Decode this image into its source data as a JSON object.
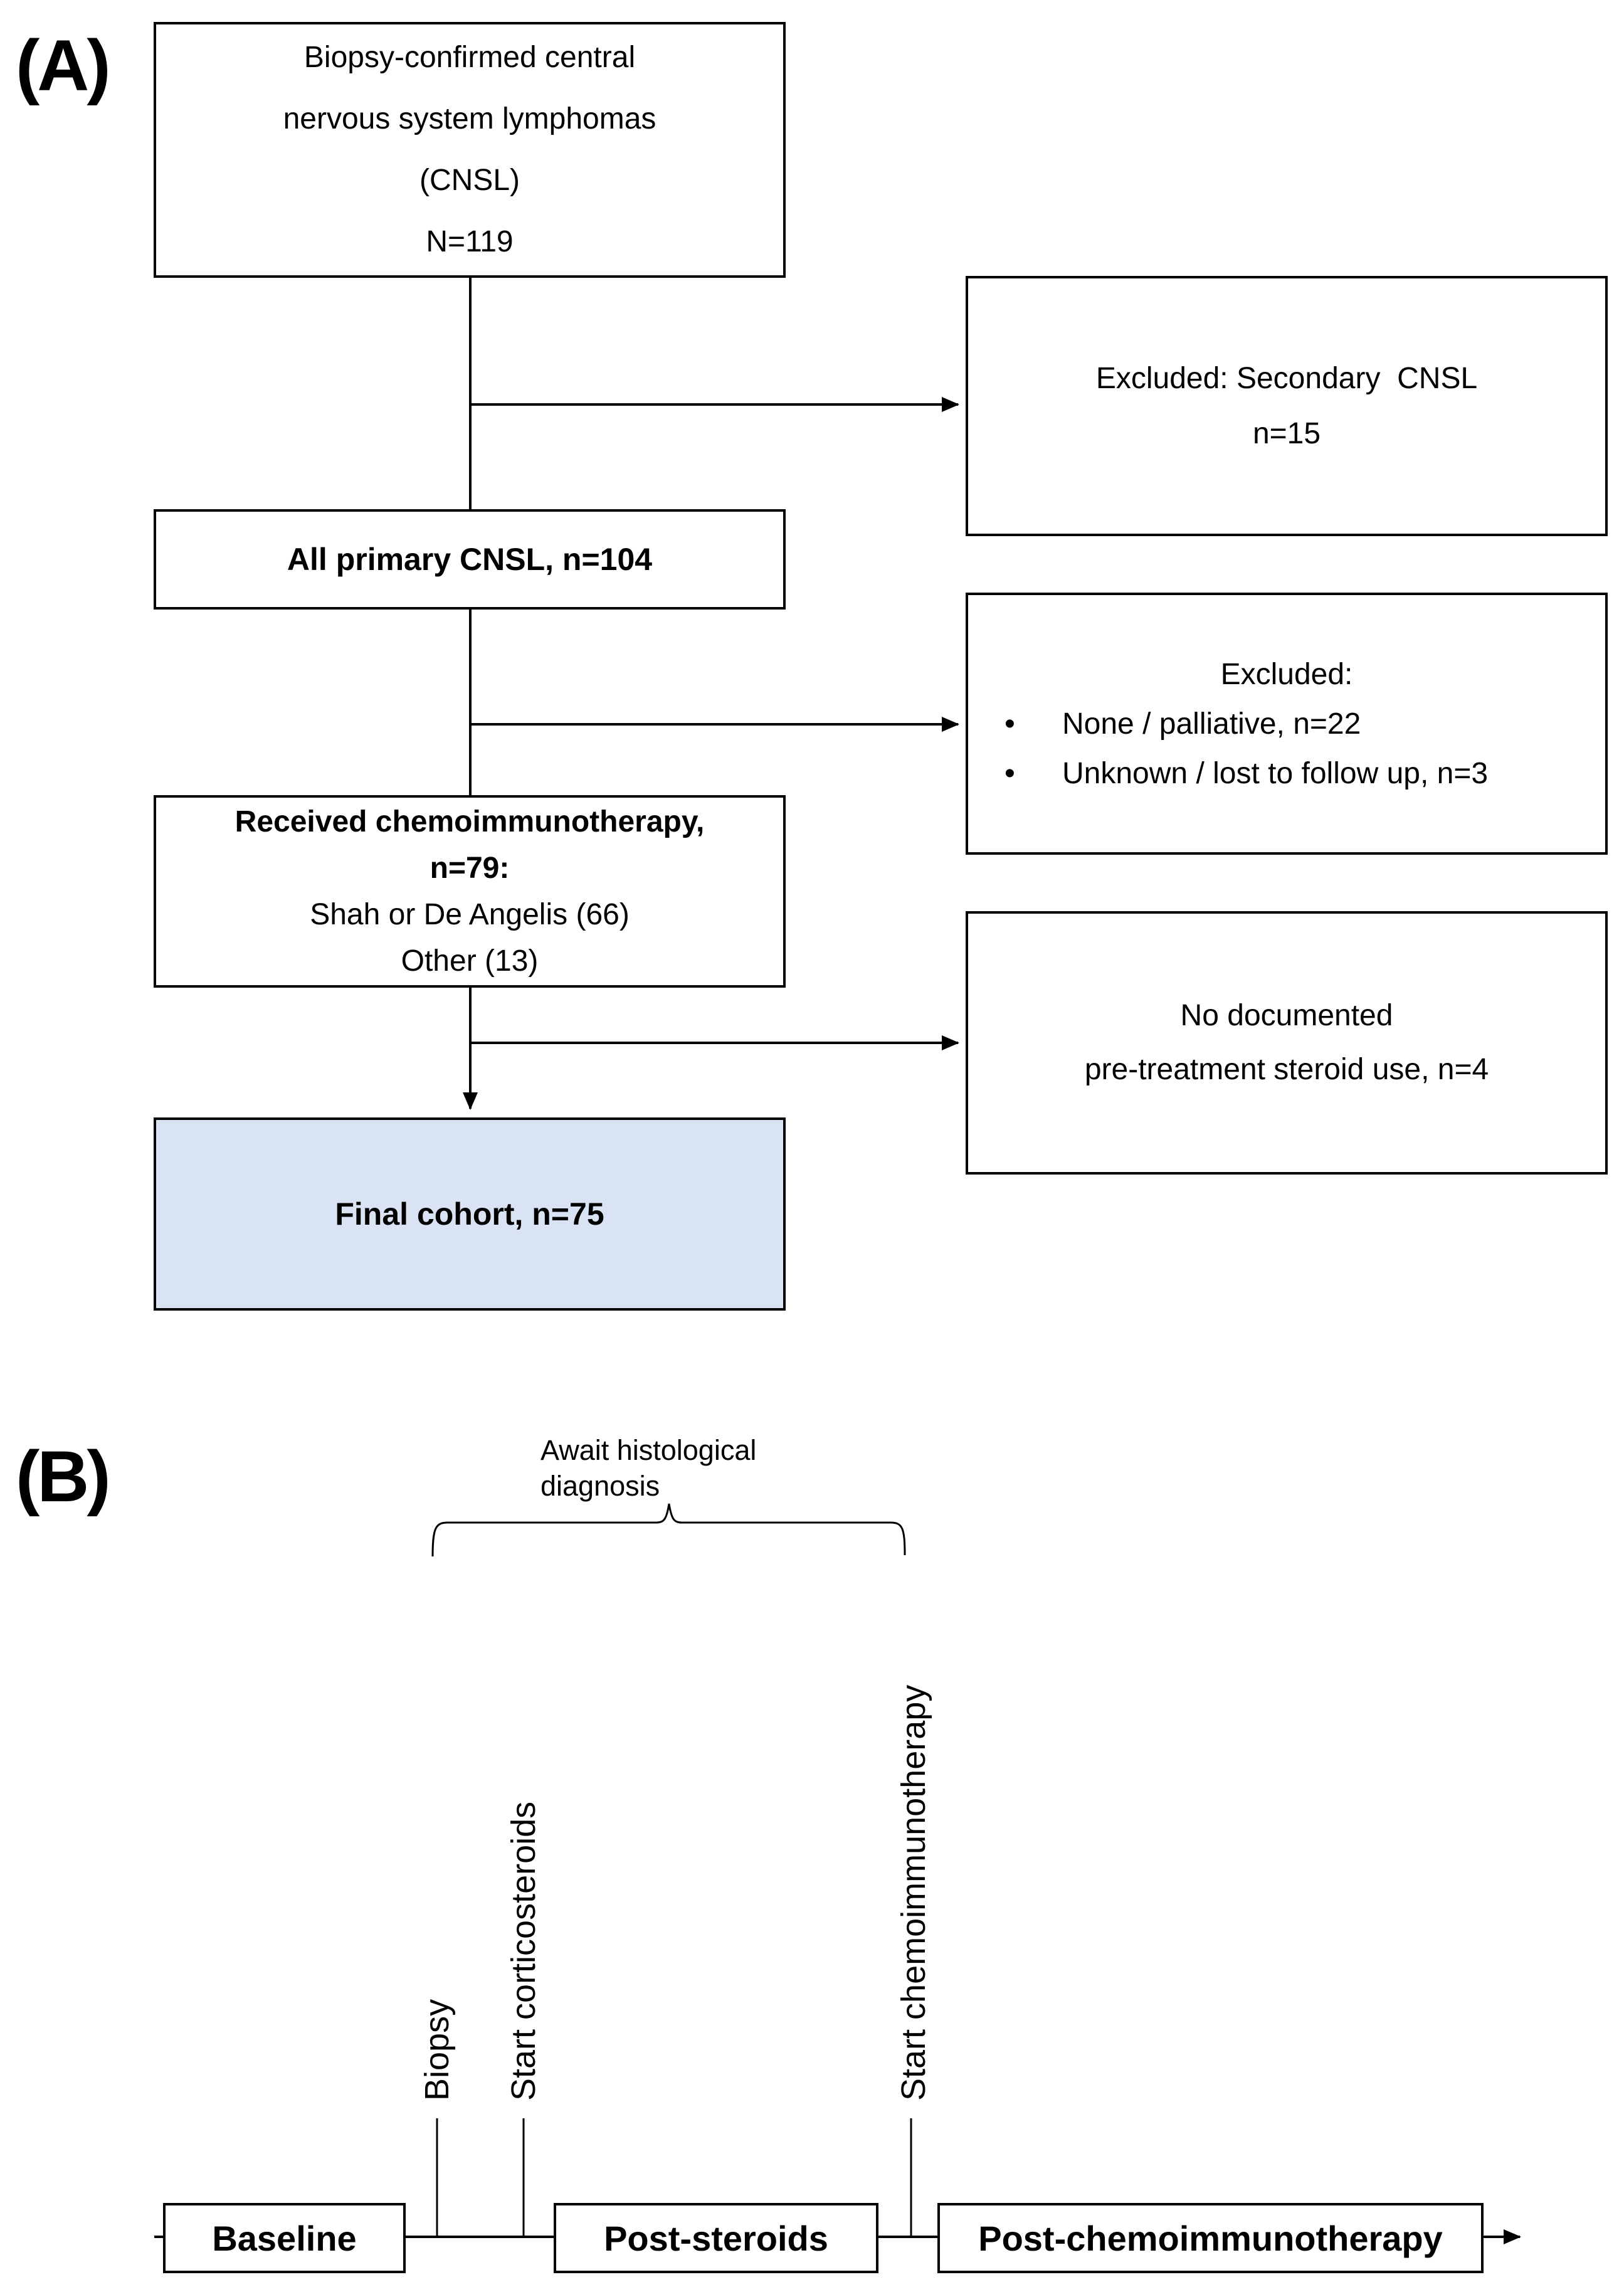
{
  "figure": {
    "panel_a": {
      "label": "(A)",
      "flow_boxes": {
        "cnsl": {
          "lines": [
            "Biopsy-confirmed central",
            "nervous system lymphomas",
            "(CNSL)",
            "N=119"
          ]
        },
        "primary": {
          "text": "All primary CNSL, n=104"
        },
        "chemo": {
          "lines": [
            "Received chemoimmunotherapy,",
            "n=79:",
            "Shah or De Angelis (66)",
            "Other (13)"
          ]
        },
        "final": {
          "text": "Final cohort, n=75"
        }
      },
      "exclusion_boxes": {
        "secondary": {
          "lines": [
            "Excluded: Secondary  CNSL",
            "n=15"
          ]
        },
        "treatment": {
          "title": "Excluded:",
          "bullets": [
            "None / palliative, n=22",
            "Unknown / lost to follow up, n=3"
          ]
        },
        "steroid": {
          "lines": [
            "No documented",
            "pre-treatment steroid use, n=4"
          ]
        }
      }
    },
    "panel_b": {
      "label": "(B)",
      "brace_label": {
        "lines": [
          "Await histological",
          "diagnosis"
        ]
      },
      "event_labels": [
        "Biopsy",
        "Start corticosteroids",
        "Start chemoimmunotherapy"
      ],
      "phase_boxes": [
        "Baseline",
        "Post-steroids",
        "Post-chemoimmunotherapy"
      ]
    },
    "colors": {
      "line": "#000000",
      "final_box_fill": "#dae3f3",
      "background": "#ffffff"
    }
  }
}
